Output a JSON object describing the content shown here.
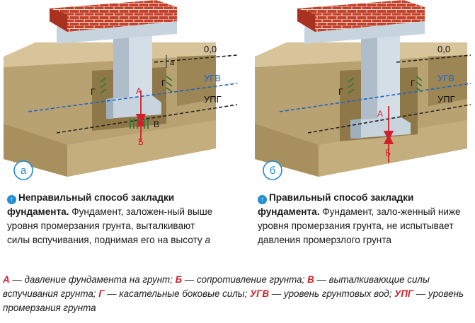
{
  "labels": {
    "zero": "0,0",
    "ugv": "УГВ",
    "upg": "УПГ",
    "a": "а",
    "A": "А",
    "B": "Б",
    "V": "В",
    "G": "Г"
  },
  "panels": [
    {
      "id": "а"
    },
    {
      "id": "б"
    }
  ],
  "captions": {
    "left": {
      "bold": "Неправильный способ закладки фундамента.",
      "text": " Фундамент, заложен-ный выше уровня промерзания грунта, выталкивают силы вспучивания, поднимая его на высоту ",
      "italic": "а"
    },
    "right": {
      "bold": "Правильный способ закладки фундамента.",
      "text": " Фундамент, зало-женный ниже уровня промерзания грунта, не испытывает давления промерзлого грунта"
    }
  },
  "legend": [
    {
      "key": "А",
      "desc": " — давление фундамента на грунт; "
    },
    {
      "key": "Б",
      "desc": " — сопротивление грунта; "
    },
    {
      "key": "В",
      "desc": " — выталкивающие силы вспучивания грунта; "
    },
    {
      "key": "Г",
      "desc": " — касательные боковые силы; "
    },
    {
      "key": "УГВ",
      "desc": " — уровень грунтовых вод; "
    },
    {
      "key": "УПГ",
      "desc": " — уровень промерзания грунта"
    }
  ],
  "colors": {
    "soil_top": "#c8b489",
    "soil_front": "#b59d6c",
    "soil_side": "#8f7a4f",
    "concrete": "#c7d4de",
    "brick": "#c4402a",
    "arrow_red": "#d0202a",
    "water_blue": "#1e63c7",
    "force_green": "#3b7a3a",
    "accent_blue": "#1f8fd6"
  }
}
